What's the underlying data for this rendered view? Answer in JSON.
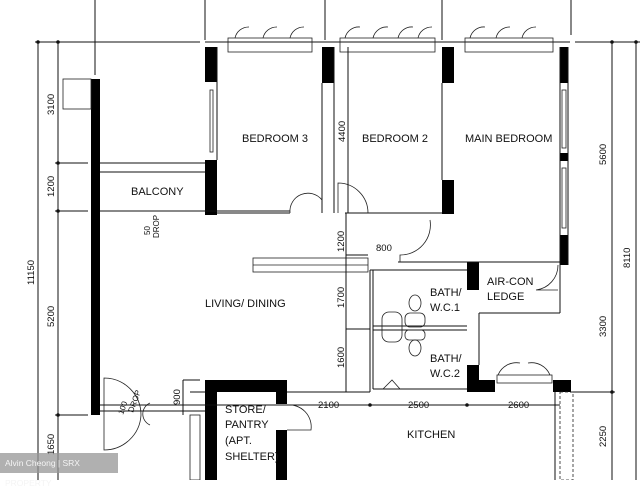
{
  "rooms": {
    "bedroom3": "BEDROOM 3",
    "bedroom2": "BEDROOM 2",
    "main_bedroom": "MAIN BEDROOM",
    "balcony": "BALCONY",
    "living_dining": "LIVING/ DINING",
    "aircon_ledge_1": "AIR-CON",
    "aircon_ledge_2": "LEDGE",
    "bath1_1": "BATH/",
    "bath1_2": "W.C.1",
    "bath2_1": "BATH/",
    "bath2_2": "W.C.2",
    "store_1": "STORE/",
    "store_2": "PANTRY",
    "store_3": "(APT.",
    "store_4": "SHELTER)",
    "kitchen": "KITCHEN"
  },
  "drops": {
    "balcony_drop_value": "50",
    "balcony_drop_label": "DROP",
    "entrance_drop_value": "100",
    "entrance_drop_label": "DROP"
  },
  "dimensions": {
    "left_total": "11150",
    "left_3100": "3100",
    "left_1200": "1200",
    "left_5200": "5200",
    "left_1650": "1650",
    "bedroom2_height": "4400",
    "corridor_1200": "1200",
    "corridor_1700": "1700",
    "bath_1600": "1600",
    "door_800": "800",
    "store_900": "900",
    "right_5600": "5600",
    "right_total": "8110",
    "right_3300": "3300",
    "right_2250": "2250",
    "bottom_2100": "2100",
    "bottom_2500": "2500",
    "bottom_2600": "2600"
  },
  "watermark": "Alvin Cheong | SRX PROPERTY"
}
